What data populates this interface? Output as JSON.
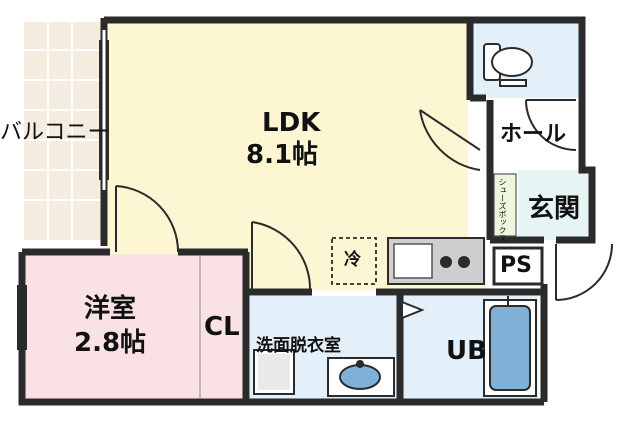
{
  "rooms": {
    "balcony": {
      "label": "バルコニー"
    },
    "ldk": {
      "name": "LDK",
      "size": "8.1帖"
    },
    "western_room": {
      "name": "洋室",
      "size": "2.8帖"
    },
    "closet": {
      "label": "CL"
    },
    "hall": {
      "label": "ホール"
    },
    "entrance": {
      "label": "玄関"
    },
    "shoe_box": {
      "label": "シューズボックス"
    },
    "pipe_space": {
      "label": "PS"
    },
    "washroom": {
      "label": "洗面脱衣室"
    },
    "bath": {
      "label": "UB"
    },
    "fridge_space": {
      "label": "冷"
    }
  },
  "colors": {
    "ldk": "#fdf6d2",
    "western_room": "#f9e1e4",
    "wet_areas": "#e3f0fa",
    "entrance": "#e6f4f3",
    "hall": "#ffffff",
    "balcony": "#f3ecdf",
    "walls": "#2b2b2b"
  }
}
